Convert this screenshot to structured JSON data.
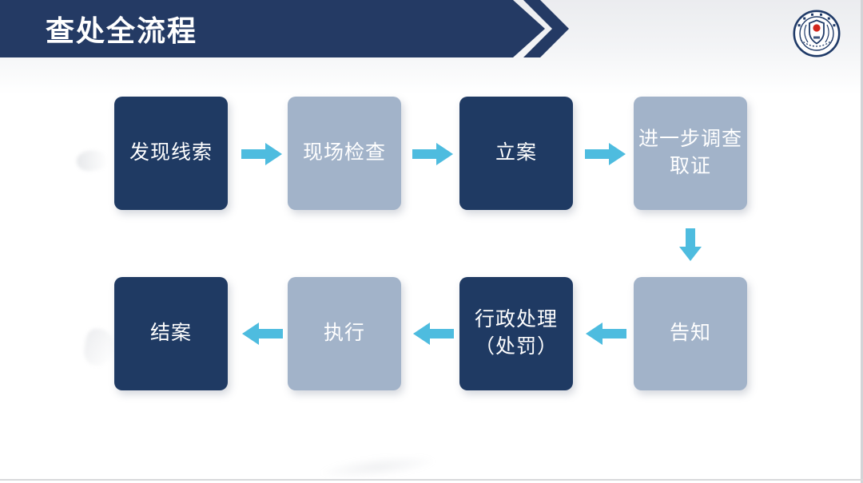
{
  "header": {
    "title": "查处全流程"
  },
  "icons": {
    "banner_decoration": "double-chevron-right",
    "logo": "government-emblem-badge",
    "connector_icons": [
      "arrow-right",
      "arrow-down",
      "arrow-left"
    ]
  },
  "flow": {
    "boxes": [
      {
        "id": "discover-clues",
        "label": "发现线索",
        "variant": "dark"
      },
      {
        "id": "site-inspection",
        "label": "现场检查",
        "variant": "light"
      },
      {
        "id": "case-filing",
        "label": "立案",
        "variant": "dark"
      },
      {
        "id": "further-investigation",
        "label": "进一步调查\n取证",
        "variant": "light"
      },
      {
        "id": "notification",
        "label": "告知",
        "variant": "light"
      },
      {
        "id": "administrative-penalty",
        "label": "行政处理\n（处罚）",
        "variant": "dark"
      },
      {
        "id": "execution",
        "label": "执行",
        "variant": "light"
      },
      {
        "id": "case-closure",
        "label": "结案",
        "variant": "dark"
      }
    ],
    "sequence_note": "发现线索 → 现场检查 → 立案 → 进一步调查取证 → 告知 → 行政处理（处罚） → 执行 → 结案"
  },
  "colors": {
    "header_bar": "#243a64",
    "dark_box": "#1f3a63",
    "light_box": "#a2b3c9",
    "arrow": "#4ebcdf",
    "title_text": "#ffffff",
    "box_text": "#ffffff",
    "top_band": "#ebecef",
    "edge_line": "#d5d6d9",
    "emblem_ring": "#1f3a68",
    "emblem_red": "#d1261c"
  }
}
